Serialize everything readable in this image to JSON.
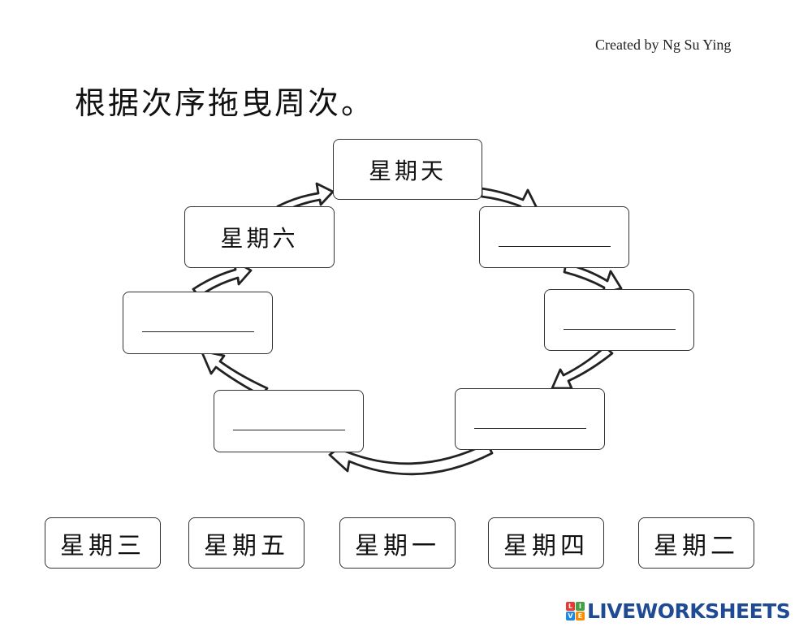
{
  "credit": "Created by Ng Su Ying",
  "instruction": "根据次序拖曳周次。",
  "cycle": {
    "slots": [
      {
        "label": "星期天"
      },
      {
        "label": ""
      },
      {
        "label": ""
      },
      {
        "label": ""
      },
      {
        "label": ""
      },
      {
        "label": ""
      },
      {
        "label": "星期六"
      }
    ]
  },
  "word_bank": [
    "星期三",
    "星期五",
    "星期一",
    "星期四",
    "星期二"
  ],
  "branding": {
    "logo_letters": [
      "L",
      "I",
      "V",
      "E"
    ],
    "logo_colors": [
      "#e53935",
      "#43a047",
      "#1e88e5",
      "#fb8c00"
    ],
    "name": "LIVEWORKSHEETS",
    "name_color": "#1e4b93"
  }
}
